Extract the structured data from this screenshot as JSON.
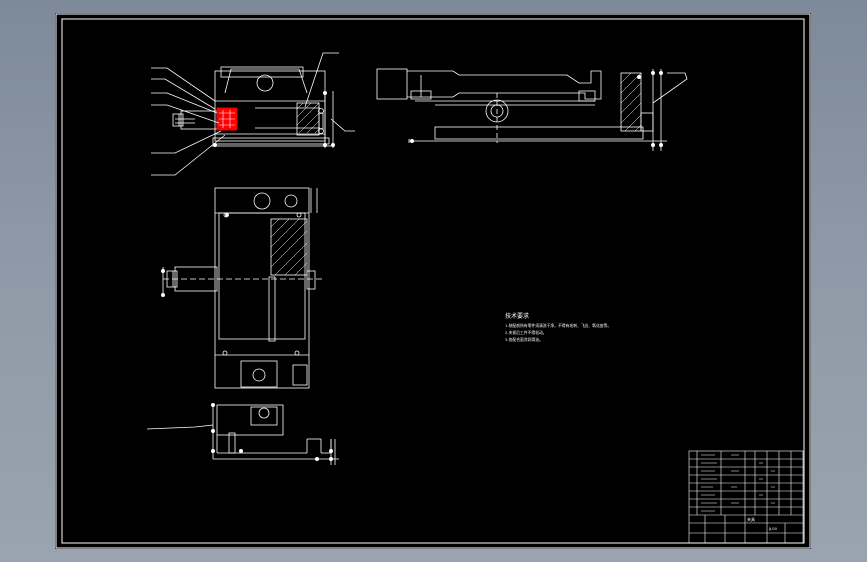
{
  "drawing": {
    "background": "#000000",
    "line_color": "#ffffff",
    "highlight_color": "#ff0000",
    "notes_title": "技术要求",
    "notes": [
      "1.装配前所有零件须清洗干净，不得有毛刺、飞边、氧化皮等。",
      "2.夹紧后工件不得松动。",
      "3.各配合面涂润滑油。"
    ],
    "title_block": {
      "part_name": "夹具",
      "drawing_number": "JJ-00"
    }
  }
}
